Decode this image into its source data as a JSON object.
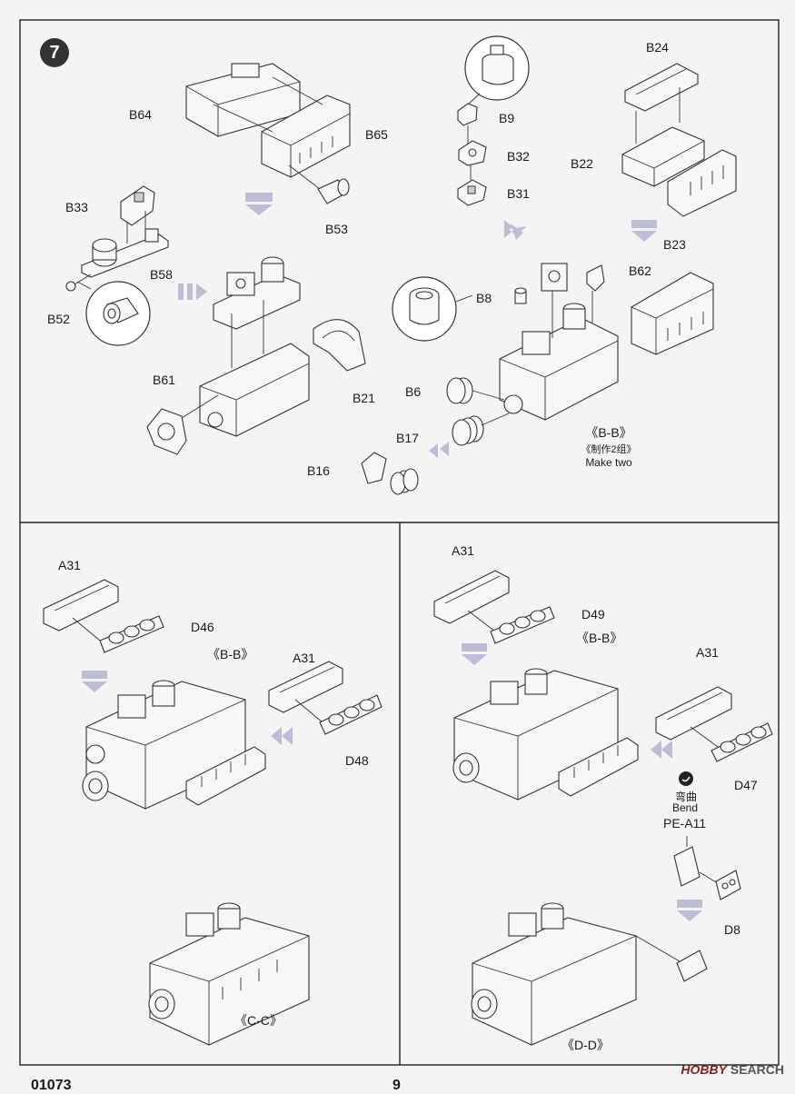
{
  "step_number": "7",
  "labels": {
    "b64": "B64",
    "b65": "B65",
    "b53": "B53",
    "b9": "B9",
    "b32": "B32",
    "b31": "B31",
    "b24": "B24",
    "b22": "B22",
    "b23": "B23",
    "b33": "B33",
    "b58": "B58",
    "b52": "B52",
    "b8": "B8",
    "b62": "B62",
    "b61": "B61",
    "b21": "B21",
    "b6": "B6",
    "b17": "B17",
    "b16": "B16",
    "a31_left": "A31",
    "d46": "D46",
    "bb_left": "《B-B》",
    "a31_mid": "A31",
    "d48": "D48",
    "a31_right": "A31",
    "d49": "D49",
    "bb_right": "《B-B》",
    "a31_far": "A31",
    "d47": "D47",
    "pe_a11": "PE-A11",
    "d8": "D8",
    "cc": "《C-C》",
    "dd": "《D-D》"
  },
  "bb_top_caption": {
    "title": "《B-B》",
    "chinese": "《制作2组》",
    "english": "Make two"
  },
  "bend": {
    "chinese": "弯曲",
    "english": "Bend"
  },
  "footer": {
    "code": "01073",
    "page": "9"
  },
  "watermark": {
    "brand": "HOBBY",
    "suffix": "SEARCH"
  }
}
